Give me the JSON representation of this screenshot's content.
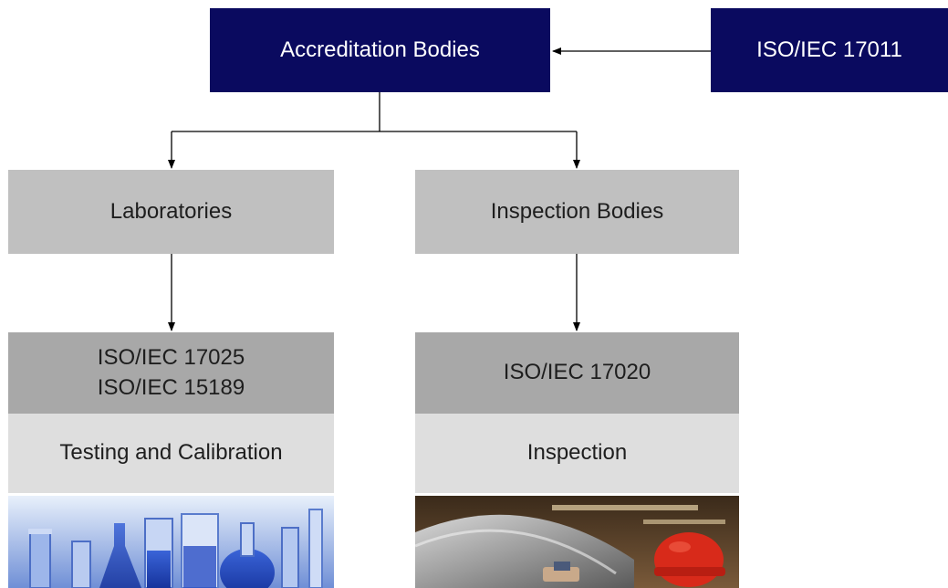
{
  "top": {
    "accreditation_bodies": "Accreditation Bodies",
    "iso_17011": "ISO/IEC 17011"
  },
  "left_branch": {
    "title": "Laboratories",
    "standards": [
      "ISO/IEC 17025",
      "ISO/IEC 15189"
    ],
    "activity": "Testing and Calibration",
    "photo_icon": "laboratory-glassware-photo"
  },
  "right_branch": {
    "title": "Inspection Bodies",
    "standard": "ISO/IEC 17020",
    "activity": "Inspection",
    "photo_icon": "inspector-hardhat-photo"
  },
  "colors": {
    "navy": "#0a0a5f",
    "grey": "#c0c0c0",
    "mid_grey": "#a8a8a8",
    "light_grey": "#dedede"
  }
}
